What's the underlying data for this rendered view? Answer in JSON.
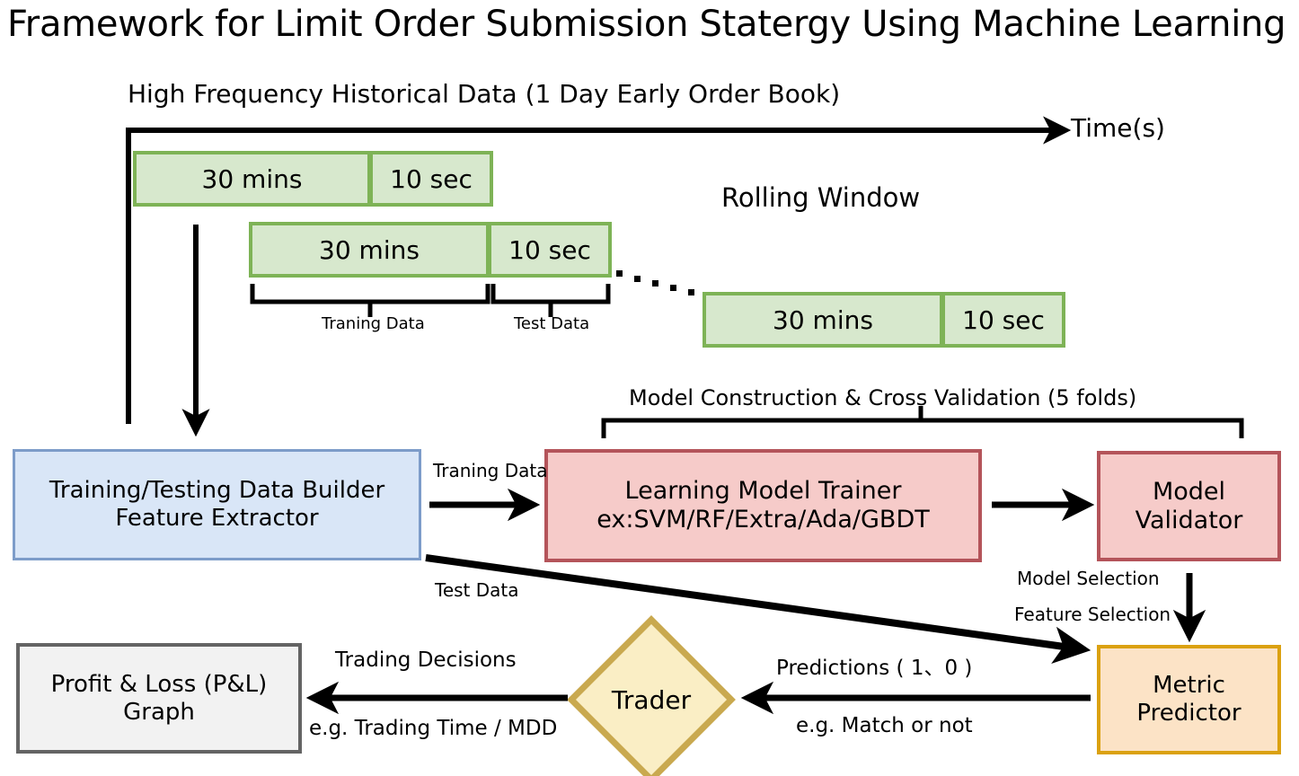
{
  "title": "Framework for Limit Order Submission Statergy Using Machine Learning",
  "timeline": {
    "data_source_label": "High Frequency Historical Data (1 Day Early Order Book)",
    "axis_label": "Time(s)",
    "rolling_window_label": "Rolling Window",
    "windows": [
      {
        "train": "30 mins",
        "test": "10 sec"
      },
      {
        "train": "30 mins",
        "test": "10 sec"
      },
      {
        "train": "30 mins",
        "test": "10 sec"
      }
    ],
    "bracket_labels": {
      "training": "Traning Data",
      "test": "Test Data"
    }
  },
  "pipeline": {
    "data_builder": {
      "line1": "Training/Testing Data Builder",
      "line2": "Feature Extractor"
    },
    "model_trainer": {
      "line1": "Learning Model Trainer",
      "line2": "ex:SVM/RF/Extra/Ada/GBDT"
    },
    "model_validator": {
      "line1": "Model",
      "line2": "Validator"
    },
    "metric_predictor": {
      "line1": "Metric",
      "line2": "Predictor"
    },
    "trader": "Trader",
    "pnl": {
      "line1": "Profit & Loss (P&L)",
      "line2": "Graph"
    },
    "bracket_label": "Model Construction & Cross Validation (5 folds)"
  },
  "edge_labels": {
    "training_data": "Traning Data",
    "test_data": "Test Data",
    "model_selection": "Model Selection",
    "feature_selection": "Feature Selection",
    "trading_decisions": "Trading Decisions",
    "trading_decisions_eg": "e.g. Trading Time / MDD",
    "predictions": "Predictions ( 1、0 )",
    "predictions_eg": "e.g. Match or not"
  },
  "colors": {
    "green_fill": "#d7e8cd",
    "green_border": "#7eb356",
    "blue_fill": "#d9e6f7",
    "blue_border": "#7d9cc9",
    "red_fill": "#f6cbc9",
    "red_border": "#b4545a",
    "orange_fill": "#fce3c6",
    "orange_border": "#dba111",
    "gray_fill": "#f2f2f2",
    "gray_border": "#646464",
    "diamond_fill": "#faeec5",
    "diamond_border": "#c9a94f",
    "line": "#000000"
  }
}
